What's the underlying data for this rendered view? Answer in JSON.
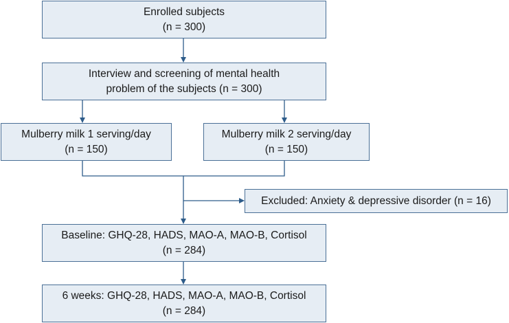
{
  "boxes": {
    "enrolled": {
      "line1": "Enrolled subjects",
      "line2": "(n = 300)"
    },
    "interview": {
      "line1": "Interview and screening of mental health",
      "line2": "problem of the subjects (n = 300)"
    },
    "group1": {
      "line1": "Mulberry milk 1 serving/day",
      "line2": "(n = 150)"
    },
    "group2": {
      "line1": "Mulberry milk 2 serving/day",
      "line2": "(n = 150)"
    },
    "excluded": {
      "line1": "Excluded: Anxiety & depressive disorder (n = 16)"
    },
    "baseline": {
      "line1": "Baseline: GHQ-28, HADS, MAO-A, MAO-B, Cortisol",
      "line2": "(n = 284)"
    },
    "sixweeks": {
      "line1": "6 weeks: GHQ-28, HADS, MAO-A, MAO-B, Cortisol",
      "line2": "(n = 284)"
    }
  },
  "colors": {
    "box_fill": "#e6edf4",
    "box_border": "#4a6f96",
    "connector": "#2e5c8a"
  }
}
